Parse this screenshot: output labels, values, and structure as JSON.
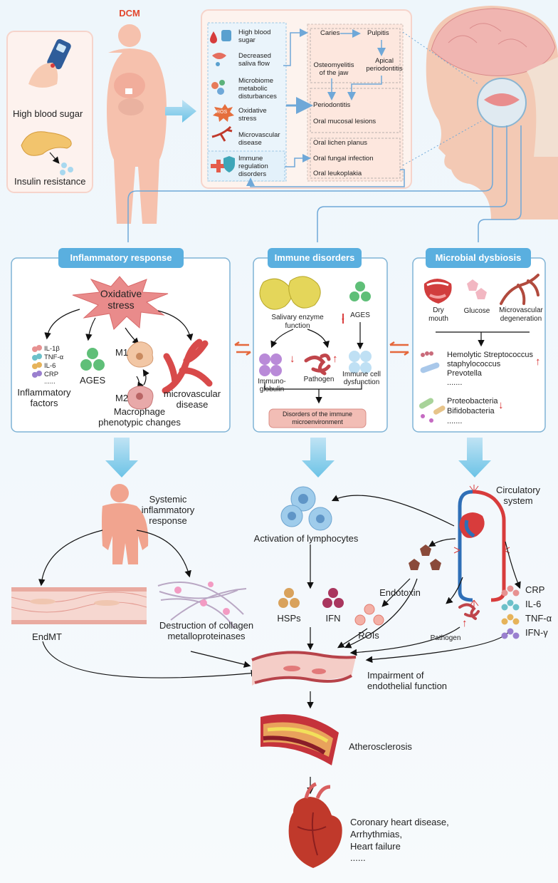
{
  "top": {
    "dcm_label": "DCM",
    "high_blood_sugar": "High blood sugar",
    "insulin_resistance": "Insulin resistance",
    "causes": [
      "High blood sugar",
      "Decreased saliva flow",
      "Microbiome metabolic disturbances",
      "Oxidative stress",
      "Microvascular disease",
      "Immune regulation disorders"
    ],
    "ros_badge": "ROS",
    "oral": {
      "caries": "Caries",
      "pulpitis": "Pulpitis",
      "apical": "Apical periodontitis",
      "osteomyelitis": "Osteomyelitis of the jaw",
      "periodontitis": "Periodontitis",
      "mucosal": "Oral mucosal lesions",
      "lichen": "Oral lichen planus",
      "fungal": "Oral fungal infection",
      "leukoplakia": "Oral leukoplakia"
    }
  },
  "inflammatory": {
    "title": "Inflammatory response",
    "oxidative_stress": "Oxidative stress",
    "factors": [
      "IL-1β",
      "TNF-α",
      "IL-6",
      "CRP",
      "......"
    ],
    "factors_label": "Inflammatory factors",
    "ages": "AGES",
    "m1": "M1",
    "m2": "M2",
    "macrophage_label": "Macrophage phenotypic changes",
    "microvascular": "microvascular disease"
  },
  "immune": {
    "title": "Immune disorders",
    "salivary": "Salivary enzyme function",
    "ages": "AGES",
    "immunoglobulin": "Immuno- globulin",
    "pathogen": "Pathogen",
    "immune_cell": "Immune cell dysfunction",
    "microenv": "Disorders of the immune microenvironment"
  },
  "microbial": {
    "title": "Microbial dysbiosis",
    "dry_mouth": "Dry mouth",
    "glucose": "Glucose",
    "micro_degen": "Microvascular degeneration",
    "up_list": [
      "Hemolytic Streptococcus",
      "staphylococcus",
      "Prevotella",
      "......."
    ],
    "down_list": [
      "Proteobacteria",
      "Bifidobacteria",
      "......."
    ]
  },
  "systemic": {
    "systemic_label": "Systemic inflammatory response",
    "endmt": "EndMT",
    "collagen": "Destruction of collagen metalloproteinases",
    "lymphocytes": "Activation of lymphocytes",
    "hsps": "HSPs",
    "ifn": "IFN",
    "endotoxin": "Endotoxin",
    "rois": "ROIs",
    "pathogen": "Pathogen",
    "circulatory": "Circulatory system",
    "cytokines": [
      "CRP",
      "IL-6",
      "TNF-α",
      "IFN-γ"
    ],
    "impairment": "Impairment of endothelial function",
    "atherosclerosis": "Atherosclerosis",
    "outcomes": [
      "Coronary heart disease,",
      "Arrhythmias,",
      "Heart failure",
      "......"
    ]
  },
  "colors": {
    "accent_blue": "#5aafdf",
    "arrow_up": "#d62b2b",
    "dcm_red": "#e2462d"
  }
}
